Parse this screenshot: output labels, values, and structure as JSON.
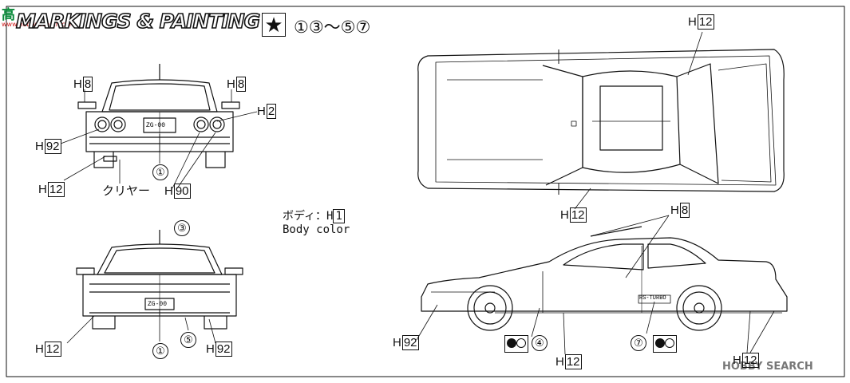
{
  "header": {
    "title": "MARKINGS & PAINTING",
    "steps": "①③～⑤⑦",
    "star_icon": "star-icon"
  },
  "watermarks": {
    "top_left": "高",
    "top_left_sub": "www.hobbysearch.com",
    "bottom_right": "HOBBY SEARCH"
  },
  "color_note": {
    "jp_prefix": "ボディ：H",
    "jp_code": "1",
    "en": "Body color"
  },
  "rear_view": {
    "labels": [
      {
        "id": "h8-left",
        "prefix": "H",
        "code": "8"
      },
      {
        "id": "h8-right",
        "prefix": "H",
        "code": "8"
      },
      {
        "id": "h2",
        "prefix": "H",
        "code": "2"
      },
      {
        "id": "h92",
        "prefix": "H",
        "code": "92"
      },
      {
        "id": "h12",
        "prefix": "H",
        "code": "12"
      },
      {
        "id": "h90",
        "prefix": "H",
        "code": "90"
      }
    ],
    "clear_label": "クリヤー",
    "step": "①",
    "plate_text": "ZG-00"
  },
  "front_view": {
    "labels": [
      {
        "id": "h12",
        "prefix": "H",
        "code": "12"
      },
      {
        "id": "h92",
        "prefix": "H",
        "code": "92"
      }
    ],
    "steps": [
      "③",
      "①",
      "⑤"
    ],
    "plate_text": "ZG-00"
  },
  "top_view": {
    "labels": [
      {
        "id": "h12-top",
        "prefix": "H",
        "code": "12"
      },
      {
        "id": "h12-bottom",
        "prefix": "H",
        "code": "12"
      }
    ]
  },
  "side_view": {
    "labels": [
      {
        "id": "h8",
        "prefix": "H",
        "code": "8"
      },
      {
        "id": "h92",
        "prefix": "H",
        "code": "92"
      },
      {
        "id": "h12-mid",
        "prefix": "H",
        "code": "12"
      },
      {
        "id": "h12-rear",
        "prefix": "H",
        "code": "12"
      }
    ],
    "steps": [
      "④",
      "⑦"
    ],
    "badge_text": "RS-TURBO",
    "decal_colors": [
      "#111111",
      "#ffffff"
    ]
  }
}
